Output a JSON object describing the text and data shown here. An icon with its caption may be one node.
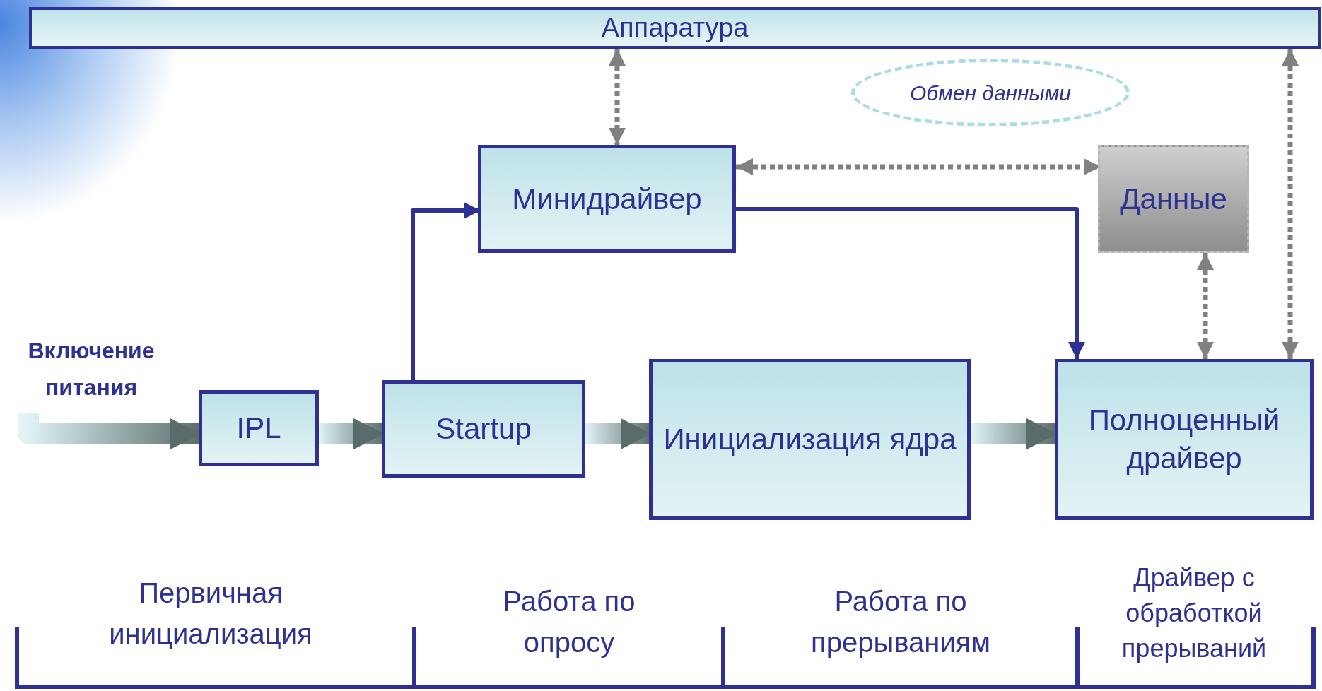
{
  "diagram": {
    "nodes": [
      {
        "text": [
          "Аппаратура"
        ]
      },
      {
        "text": [
          "Обмен данными"
        ]
      },
      {
        "text": [
          "Минидрайвер"
        ]
      },
      {
        "text": [
          "Данные"
        ]
      },
      {
        "text": [
          "Включение питания"
        ]
      },
      {
        "text": [
          "IPL"
        ]
      },
      {
        "text": [
          "Startup"
        ]
      },
      {
        "text": [
          "Инициализация ядра"
        ]
      },
      {
        "text": [
          "Полноценный драйвер"
        ]
      }
    ],
    "edges": [
      {
        "from": 4,
        "to": 5,
        "arrow": "to",
        "style": "thick"
      },
      {
        "from": 5,
        "to": 6,
        "arrow": "to",
        "style": "thick"
      },
      {
        "from": 6,
        "to": 7,
        "arrow": "to",
        "style": "thick"
      },
      {
        "from": 7,
        "to": 8,
        "arrow": "to",
        "style": "thick"
      },
      {
        "from": 6,
        "to": 2,
        "arrow": "to"
      },
      {
        "from": 2,
        "to": 8,
        "arrow": "to"
      },
      {
        "from": 0,
        "to": 2,
        "arrow": "both",
        "style": "dashed",
        "color": "#808080"
      },
      {
        "from": 2,
        "to": 3,
        "arrow": "both",
        "style": "dashed",
        "color": "#808080"
      },
      {
        "from": 3,
        "to": 8,
        "arrow": "both",
        "style": "dashed",
        "color": "#808080"
      },
      {
        "from": 0,
        "to": 8,
        "arrow": "both",
        "style": "dashed",
        "color": "#808080"
      }
    ],
    "labels": [
      "Первичная инициализация",
      "Работа по опросу",
      "Работа по прерываниям",
      "Драйвер с обработкой прерываний"
    ]
  }
}
